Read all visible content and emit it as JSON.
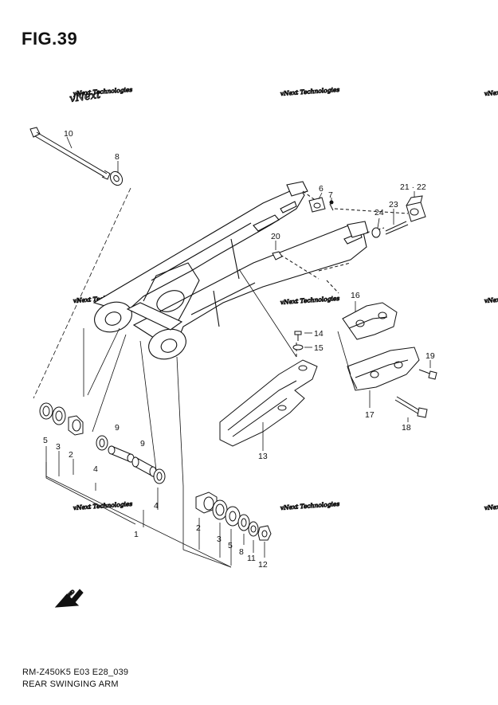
{
  "figure": {
    "title": "FIG.39"
  },
  "watermark": "vNext Technologies",
  "callouts": [
    {
      "id": "c10",
      "label": "10"
    },
    {
      "id": "c8a",
      "label": "8"
    },
    {
      "id": "c6",
      "label": "6"
    },
    {
      "id": "c7",
      "label": "7"
    },
    {
      "id": "c21",
      "label": "21 · 22"
    },
    {
      "id": "c23",
      "label": "23"
    },
    {
      "id": "c24",
      "label": "24"
    },
    {
      "id": "c20",
      "label": "20"
    },
    {
      "id": "c16",
      "label": "16"
    },
    {
      "id": "c14",
      "label": "14"
    },
    {
      "id": "c15",
      "label": "15"
    },
    {
      "id": "c19",
      "label": "19"
    },
    {
      "id": "c17",
      "label": "17"
    },
    {
      "id": "c18",
      "label": "18"
    },
    {
      "id": "c13",
      "label": "13"
    },
    {
      "id": "c5a",
      "label": "5"
    },
    {
      "id": "c3a",
      "label": "3"
    },
    {
      "id": "c2a",
      "label": "2"
    },
    {
      "id": "c9a",
      "label": "9"
    },
    {
      "id": "c9b",
      "label": "9"
    },
    {
      "id": "c4a",
      "label": "4"
    },
    {
      "id": "c4b",
      "label": "4"
    },
    {
      "id": "c1",
      "label": "1"
    },
    {
      "id": "c2b",
      "label": "2"
    },
    {
      "id": "c3b",
      "label": "3"
    },
    {
      "id": "c5b",
      "label": "5"
    },
    {
      "id": "c8b",
      "label": "8"
    },
    {
      "id": "c11",
      "label": "11"
    },
    {
      "id": "c12",
      "label": "12"
    }
  ],
  "fwd_label": "FWD",
  "footer": {
    "code": "RM-Z450K5 E03 E28_039",
    "name": "REAR SWINGING ARM"
  }
}
